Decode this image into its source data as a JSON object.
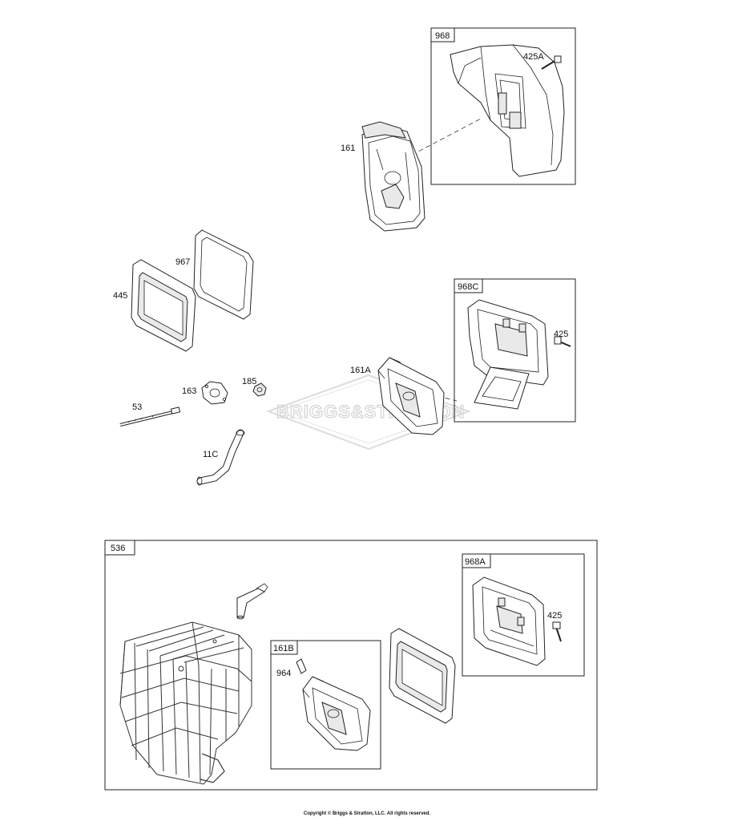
{
  "watermark": "BRIGGS&STRATTON",
  "boxes": {
    "b968": "968",
    "b968C": "968C",
    "b536": "536",
    "b968A": "968A",
    "b161B": "161B"
  },
  "labels": {
    "p425A": "425A",
    "p161": "161",
    "p967": "967",
    "p445": "445",
    "p425_c": "425",
    "p161A": "161A",
    "p163": "163",
    "p185": "185",
    "p53": "53",
    "p11C": "11C",
    "p425_a": "425",
    "p964": "964"
  },
  "footer": {
    "copyright": "Copyright © Briggs & Stratton, LLC. All rights reserved."
  }
}
